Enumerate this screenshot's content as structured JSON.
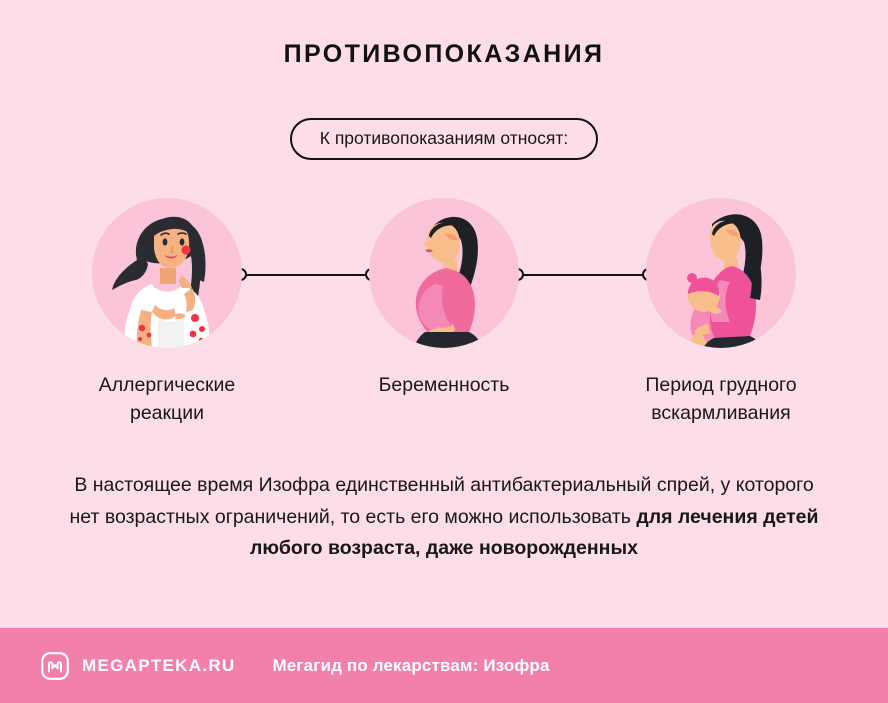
{
  "background_color": "#fcdde8",
  "header": {
    "title": "ПРОТИВОПОКАЗАНИЯ"
  },
  "badge": {
    "label": "К противопоказаниям относят:"
  },
  "items": [
    {
      "icon_name": "woman-with-allergic-rash-illustration",
      "label_line1": "Аллергические",
      "label_line2": "реакции"
    },
    {
      "icon_name": "pregnant-woman-illustration",
      "label_line1": "Беременность",
      "label_line2": ""
    },
    {
      "icon_name": "mother-breastfeeding-baby-illustration",
      "label_line1": "Период грудного",
      "label_line2": "вскармливания"
    }
  ],
  "paragraph": {
    "normal_text": "В настоящее время Изофра единственный антибактериальный спрей, у которого нет возрастных ограничений, то есть его можно использовать ",
    "bold_text": "для лечения детей любого возраста, даже новорожденных"
  },
  "footer": {
    "background_color": "#f280ab",
    "logo_name": "megapteka-logo",
    "brand": "MEGAPTEKA.RU",
    "caption": "Мегагид по лекарствам: Изофра"
  },
  "colors": {
    "circle_fill": "#fbc4d9",
    "ink": "#111014",
    "accent_pink": "#f280ab"
  }
}
